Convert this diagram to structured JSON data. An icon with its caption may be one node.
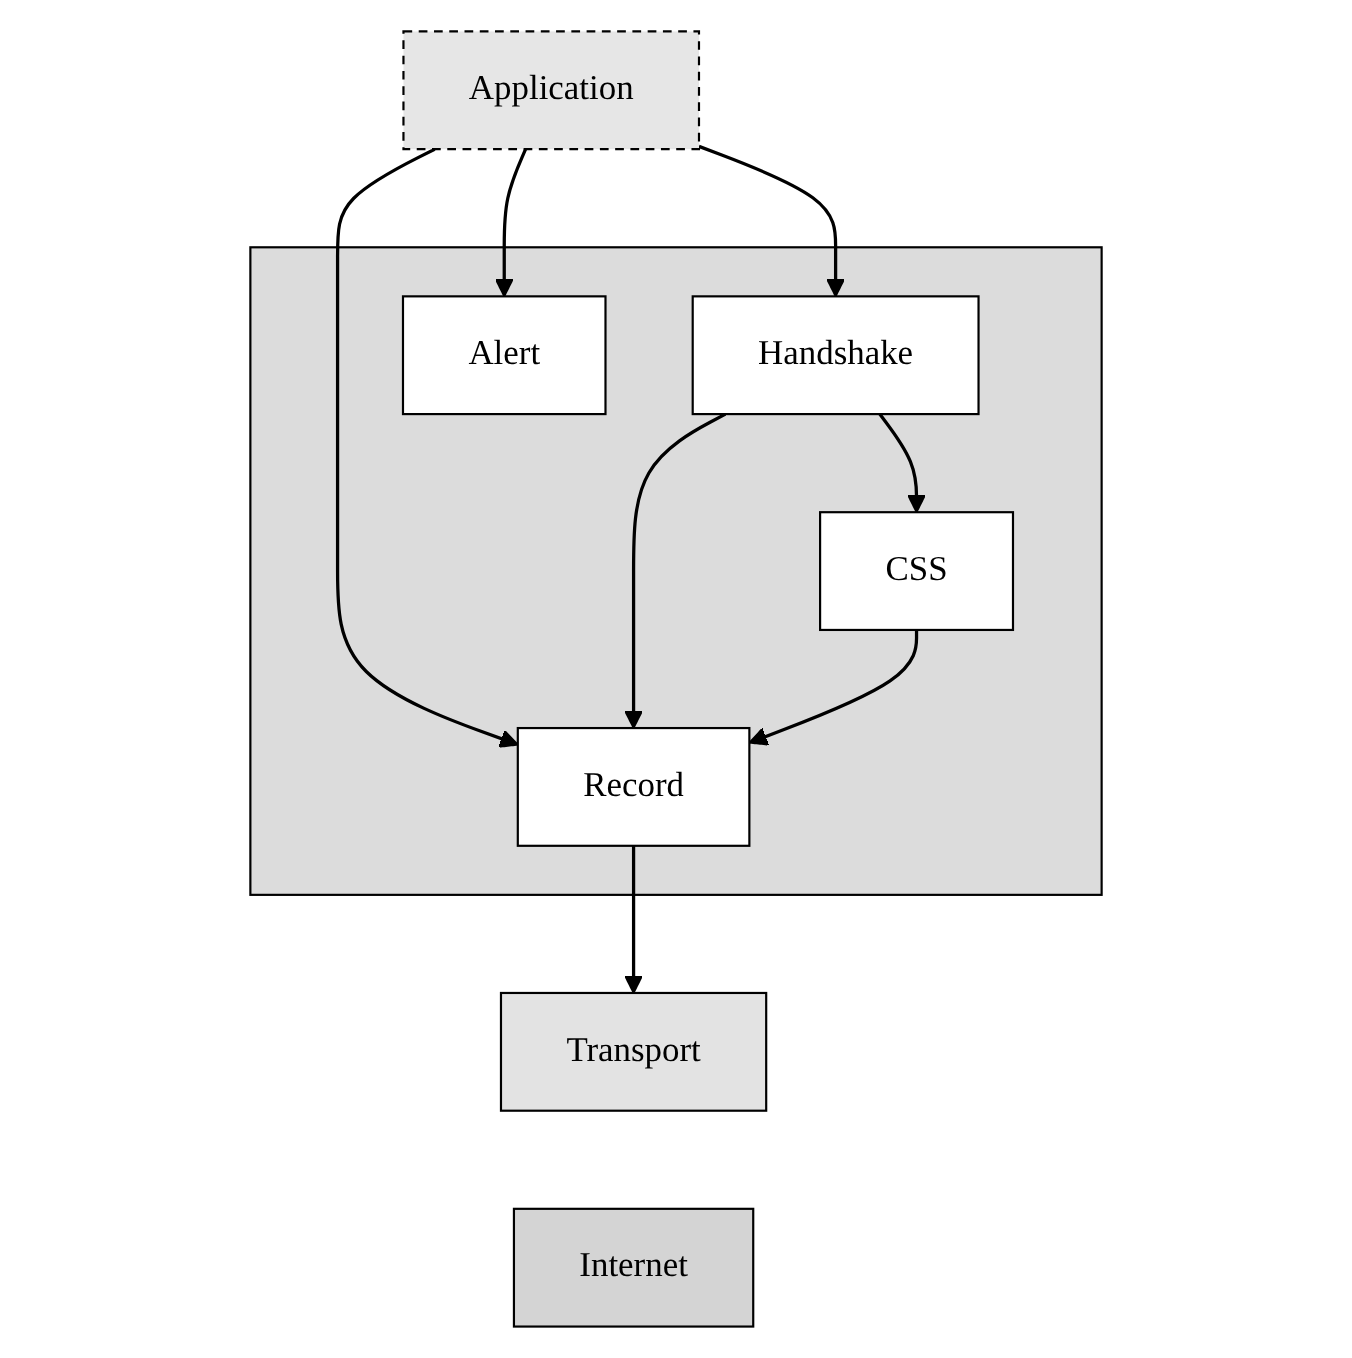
{
  "diagram": {
    "nodes": [
      {
        "text": [
          "Application"
        ]
      },
      {
        "text": [],
        "shape": "box"
      },
      {
        "text": [
          "Handshake"
        ],
        "in": 1
      },
      {
        "text": [
          "Alert"
        ],
        "in": 1
      },
      {
        "text": [
          "CSS"
        ],
        "in": 1
      },
      {
        "text": [
          "Record"
        ],
        "in": 1
      },
      {
        "text": [
          "Transport"
        ]
      },
      {
        "text": [
          "Internet"
        ]
      }
    ],
    "edges": [
      {
        "from": 0,
        "to": 5,
        "arrow": "to"
      },
      {
        "from": 0,
        "to": 3,
        "arrow": "to"
      },
      {
        "from": 0,
        "to": 2,
        "arrow": "to"
      },
      {
        "from": 2,
        "to": 4,
        "arrow": "to"
      },
      {
        "from": 2,
        "to": 5,
        "arrow": "to"
      },
      {
        "from": 4,
        "to": 5,
        "arrow": "to"
      },
      {
        "from": 5,
        "to": 6,
        "arrow": "to"
      }
    ]
  }
}
